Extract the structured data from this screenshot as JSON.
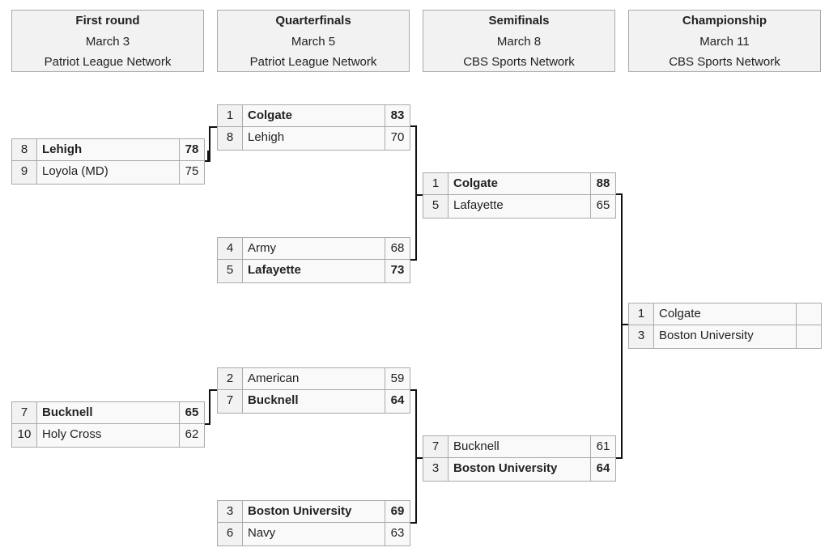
{
  "rounds": [
    {
      "name": "First round",
      "date": "March 3",
      "network": "Patriot League Network"
    },
    {
      "name": "Quarterfinals",
      "date": "March 5",
      "network": "Patriot League Network"
    },
    {
      "name": "Semifinals",
      "date": "March 8",
      "network": "CBS Sports Network"
    },
    {
      "name": "Championship",
      "date": "March 11",
      "network": "CBS Sports Network"
    }
  ],
  "first_round": [
    {
      "teams": [
        {
          "seed": "8",
          "name": "Lehigh",
          "score": "78",
          "winner": true
        },
        {
          "seed": "9",
          "name": "Loyola (MD)",
          "score": "75",
          "winner": false
        }
      ]
    },
    {
      "teams": [
        {
          "seed": "7",
          "name": "Bucknell",
          "score": "65",
          "winner": true
        },
        {
          "seed": "10",
          "name": "Holy Cross",
          "score": "62",
          "winner": false
        }
      ]
    }
  ],
  "quarterfinals": [
    {
      "teams": [
        {
          "seed": "1",
          "name": "Colgate",
          "score": "83",
          "winner": true
        },
        {
          "seed": "8",
          "name": "Lehigh",
          "score": "70",
          "winner": false
        }
      ]
    },
    {
      "teams": [
        {
          "seed": "4",
          "name": "Army",
          "score": "68",
          "winner": false
        },
        {
          "seed": "5",
          "name": "Lafayette",
          "score": "73",
          "winner": true
        }
      ]
    },
    {
      "teams": [
        {
          "seed": "2",
          "name": "American",
          "score": "59",
          "winner": false
        },
        {
          "seed": "7",
          "name": "Bucknell",
          "score": "64",
          "winner": true
        }
      ]
    },
    {
      "teams": [
        {
          "seed": "3",
          "name": "Boston University",
          "score": "69",
          "winner": true
        },
        {
          "seed": "6",
          "name": "Navy",
          "score": "63",
          "winner": false
        }
      ]
    }
  ],
  "semifinals": [
    {
      "teams": [
        {
          "seed": "1",
          "name": "Colgate",
          "score": "88",
          "winner": true
        },
        {
          "seed": "5",
          "name": "Lafayette",
          "score": "65",
          "winner": false
        }
      ]
    },
    {
      "teams": [
        {
          "seed": "7",
          "name": "Bucknell",
          "score": "61",
          "winner": false
        },
        {
          "seed": "3",
          "name": "Boston University",
          "score": "64",
          "winner": true
        }
      ]
    }
  ],
  "championship": [
    {
      "teams": [
        {
          "seed": "1",
          "name": "Colgate",
          "score": "",
          "winner": false
        },
        {
          "seed": "3",
          "name": "Boston University",
          "score": "",
          "winner": false
        }
      ]
    }
  ]
}
